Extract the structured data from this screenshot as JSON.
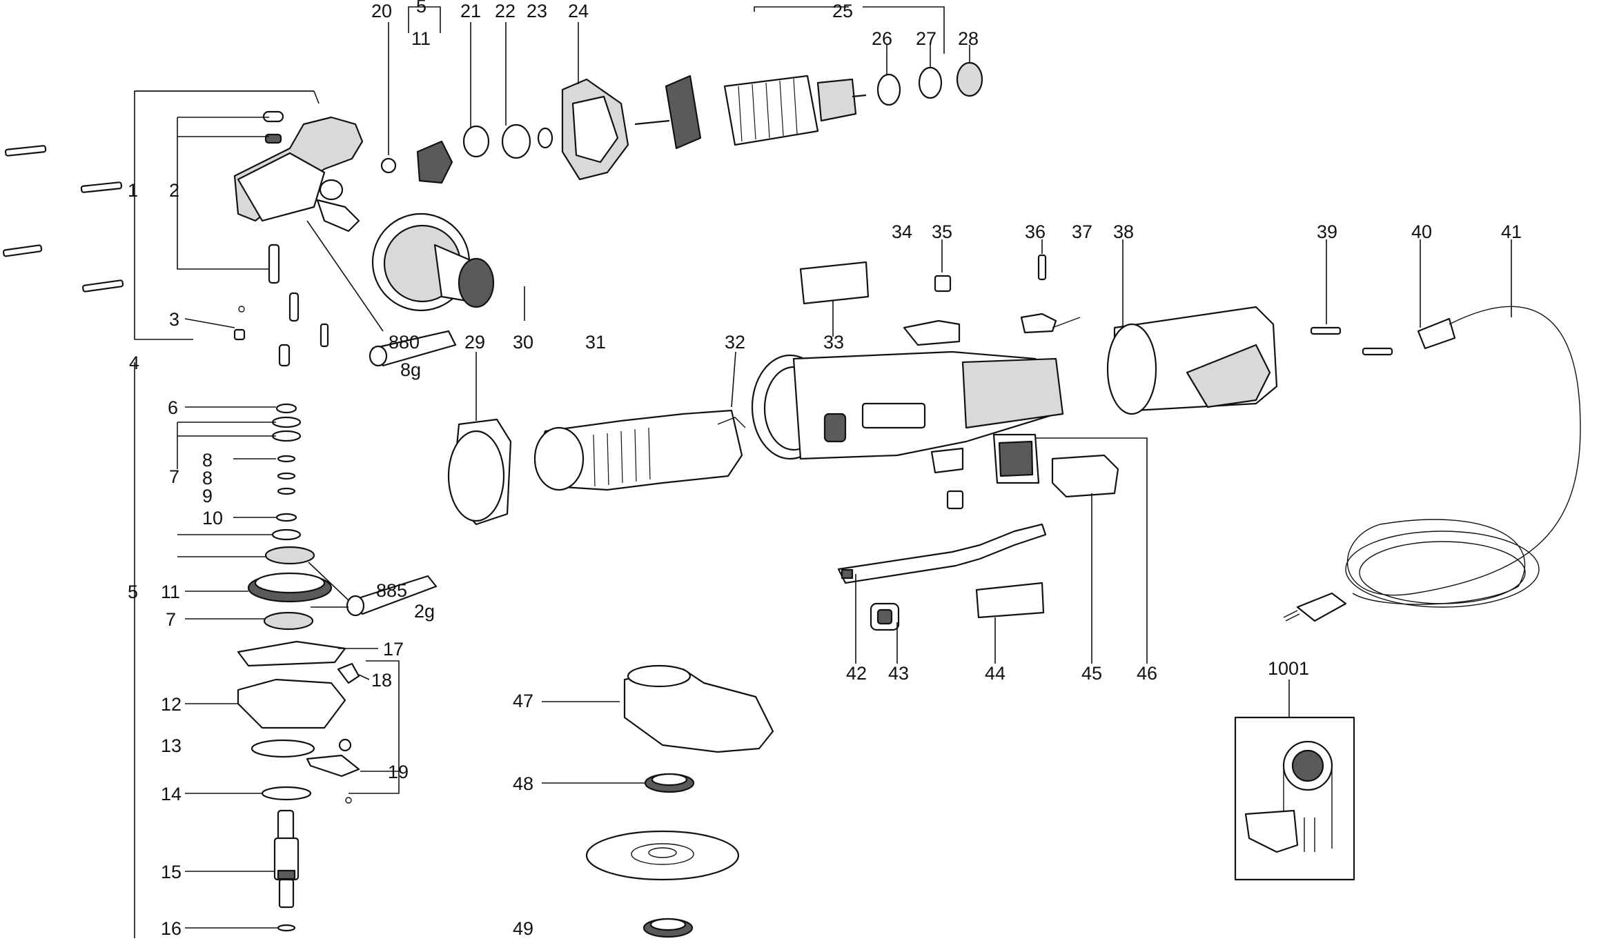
{
  "labels": {
    "p1": "1",
    "p2": "2",
    "p3": "3",
    "p4": "4",
    "p5_top": "5",
    "p5_left": "5",
    "p6": "6",
    "p7a": "7",
    "p7b": "7",
    "p8a": "8",
    "p8b": "8",
    "p9": "9",
    "p10": "10",
    "p11_top": "11",
    "p11_left": "11",
    "p12": "12",
    "p13": "13",
    "p14": "14",
    "p15": "15",
    "p16": "16",
    "p17": "17",
    "p18": "18",
    "p19": "19",
    "p20": "20",
    "p21": "21",
    "p22": "22",
    "p23": "23",
    "p24": "24",
    "p25": "25",
    "p26": "26",
    "p27": "27",
    "p28": "28",
    "p29": "29",
    "p30": "30",
    "p31": "31",
    "p32": "32",
    "p33": "33",
    "p34": "34",
    "p35": "35",
    "p36": "36",
    "p37": "37",
    "p38": "38",
    "p39": "39",
    "p40": "40",
    "p41": "41",
    "p42": "42",
    "p43": "43",
    "p44": "44",
    "p45": "45",
    "p46": "46",
    "p47": "47",
    "p48": "48",
    "p49": "49",
    "p1001": "1001"
  },
  "grease_tubes": [
    {
      "code": "880",
      "amount": "8g"
    },
    {
      "code": "885",
      "amount": "2g"
    }
  ],
  "icons": {
    "screw": "screw-icon",
    "gear_housing": "gear-housing-icon",
    "armature": "armature-icon",
    "stator": "stator-icon",
    "motor_housing": "motor-housing-icon",
    "handle_cover": "handle-cover-icon",
    "power_cord": "power-cord-icon",
    "grinding_disc": "grinding-disc-icon",
    "wheel_guard": "wheel-guard-icon",
    "wiring_diagram": "wiring-diagram-icon"
  }
}
